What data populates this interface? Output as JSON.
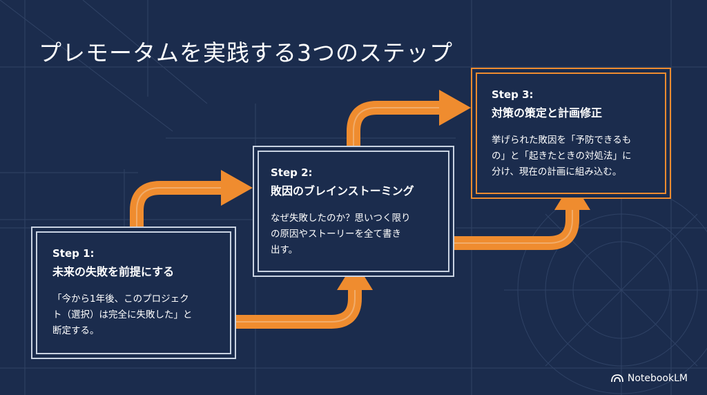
{
  "title": "プレモータムを実践する3つのステップ",
  "colors": {
    "background": "#1b2c4d",
    "arrow": "#ef8c2f",
    "frame_white": "#c9d3e2",
    "frame_orange": "#ef8c2f",
    "text": "#ffffff"
  },
  "steps": [
    {
      "label": "Step 1:",
      "name": "未来の失敗を前提にする",
      "desc": [
        "「今から1年後、このプロジェク",
        "ト（選択）は完全に失敗した」と",
        "断定する。"
      ]
    },
    {
      "label": "Step 2:",
      "name": "敗因のブレインストーミング",
      "desc": [
        "なぜ失敗したのか？思いつく限り",
        "の原因やストーリーを全て書き",
        "出す。"
      ]
    },
    {
      "label": "Step 3:",
      "name": "対策の策定と計画修正",
      "desc": [
        "挙げられた敗因を「予防できるも",
        "の」と「起きたときの対処法」に",
        "分け、現在の計画に組み込む。"
      ]
    }
  ],
  "brand": {
    "name": "NotebookLM",
    "icon": "notebooklm-logo-icon"
  }
}
